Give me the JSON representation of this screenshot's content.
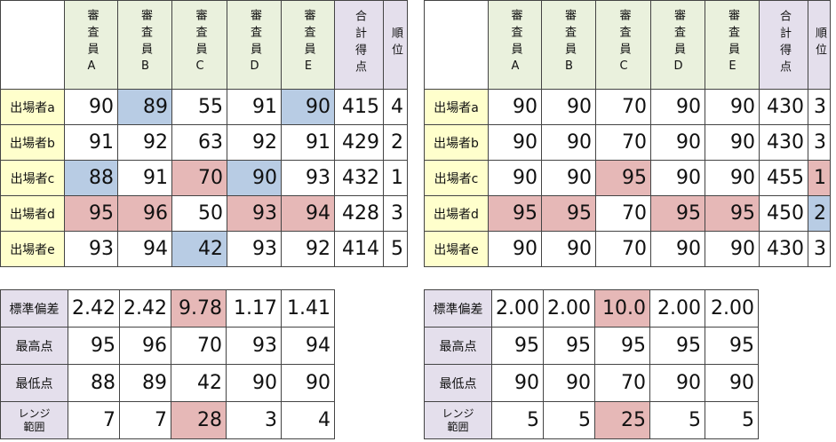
{
  "panels": [
    {
      "headers": [
        "審査員A",
        "審査員B",
        "審査員C",
        "審査員D",
        "審査員E",
        "合計得点",
        "順位"
      ],
      "rows": [
        {
          "label": "出場者a",
          "values": [
            "90",
            "89",
            "55",
            "91",
            "90",
            "415",
            "4"
          ],
          "hl": [
            "",
            "blue",
            "",
            "",
            "blue",
            "",
            ""
          ]
        },
        {
          "label": "出場者b",
          "values": [
            "91",
            "92",
            "63",
            "92",
            "91",
            "429",
            "2"
          ],
          "hl": [
            "",
            "",
            "",
            "",
            "",
            "",
            ""
          ]
        },
        {
          "label": "出場者c",
          "values": [
            "88",
            "91",
            "70",
            "90",
            "93",
            "432",
            "1"
          ],
          "hl": [
            "blue",
            "",
            "red",
            "blue",
            "",
            "",
            ""
          ]
        },
        {
          "label": "出場者d",
          "values": [
            "95",
            "96",
            "50",
            "93",
            "94",
            "428",
            "3"
          ],
          "hl": [
            "red",
            "red",
            "",
            "red",
            "red",
            "",
            ""
          ]
        },
        {
          "label": "出場者e",
          "values": [
            "93",
            "94",
            "42",
            "93",
            "92",
            "414",
            "5"
          ],
          "hl": [
            "",
            "",
            "blue",
            "",
            "",
            "",
            ""
          ]
        }
      ],
      "stats": [
        {
          "label": "標準偏差",
          "values": [
            "2.42",
            "2.42",
            "9.78",
            "1.17",
            "1.41"
          ],
          "hl": [
            "",
            "",
            "red",
            "",
            ""
          ]
        },
        {
          "label": "最高点",
          "values": [
            "95",
            "96",
            "70",
            "93",
            "94"
          ],
          "hl": [
            "",
            "",
            "",
            "",
            ""
          ]
        },
        {
          "label": "最低点",
          "values": [
            "88",
            "89",
            "42",
            "90",
            "90"
          ],
          "hl": [
            "",
            "",
            "",
            "",
            ""
          ]
        },
        {
          "label": "レンジ 範囲",
          "values": [
            "7",
            "7",
            "28",
            "3",
            "4"
          ],
          "hl": [
            "",
            "",
            "red",
            "",
            ""
          ]
        }
      ]
    },
    {
      "headers": [
        "審査員A",
        "審査員B",
        "審査員C",
        "審査員D",
        "審査員E",
        "合計得点",
        "順位"
      ],
      "rows": [
        {
          "label": "出場者a",
          "values": [
            "90",
            "90",
            "70",
            "90",
            "90",
            "430",
            "3"
          ],
          "hl": [
            "",
            "",
            "",
            "",
            "",
            "",
            ""
          ]
        },
        {
          "label": "出場者b",
          "values": [
            "90",
            "90",
            "70",
            "90",
            "90",
            "430",
            "3"
          ],
          "hl": [
            "",
            "",
            "",
            "",
            "",
            "",
            ""
          ]
        },
        {
          "label": "出場者c",
          "values": [
            "90",
            "90",
            "95",
            "90",
            "90",
            "455",
            "1"
          ],
          "hl": [
            "",
            "",
            "red",
            "",
            "",
            "",
            "red"
          ]
        },
        {
          "label": "出場者d",
          "values": [
            "95",
            "95",
            "70",
            "95",
            "95",
            "450",
            "2"
          ],
          "hl": [
            "red",
            "red",
            "",
            "red",
            "red",
            "",
            "blue"
          ]
        },
        {
          "label": "出場者e",
          "values": [
            "90",
            "90",
            "70",
            "90",
            "90",
            "430",
            "3"
          ],
          "hl": [
            "",
            "",
            "",
            "",
            "",
            "",
            ""
          ]
        }
      ],
      "stats": [
        {
          "label": "標準偏差",
          "values": [
            "2.00",
            "2.00",
            "10.0",
            "2.00",
            "2.00"
          ],
          "hl": [
            "",
            "",
            "red",
            "",
            ""
          ]
        },
        {
          "label": "最高点",
          "values": [
            "95",
            "95",
            "95",
            "95",
            "95"
          ],
          "hl": [
            "",
            "",
            "",
            "",
            ""
          ]
        },
        {
          "label": "最低点",
          "values": [
            "90",
            "90",
            "70",
            "90",
            "90"
          ],
          "hl": [
            "",
            "",
            "",
            "",
            ""
          ]
        },
        {
          "label": "レンジ 範囲",
          "values": [
            "5",
            "5",
            "25",
            "5",
            "5"
          ],
          "hl": [
            "",
            "",
            "red",
            "",
            ""
          ]
        }
      ]
    }
  ],
  "colors": {
    "header_green": "#eaf1dd",
    "header_purple": "#e4dfec",
    "row_label_yellow": "#ffffcc",
    "highlight_blue": "#b8cce4",
    "highlight_red": "#e6b8b7"
  }
}
